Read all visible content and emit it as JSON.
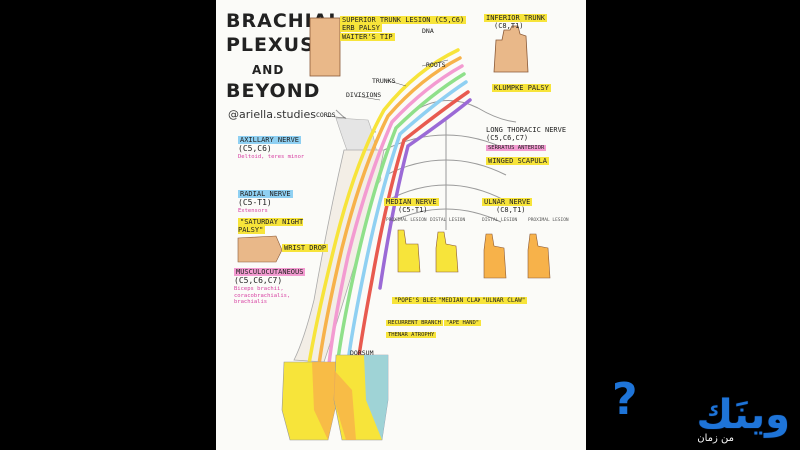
{
  "poster": {
    "title_line1": "BRACHIAL",
    "title_line2": "PLEXUS",
    "title_line3": "AND",
    "title_line4": "BEYOND",
    "handle": "@ariella.studies",
    "structure_labels": {
      "roots": "ROOTS",
      "trunks": "TRUNKS",
      "divisions": "DIVISIONS",
      "cords": "CORDS",
      "dna": "DNA"
    },
    "superior_trunk": {
      "heading": "SUPERIOR TRUNK LESION (C5,C6)",
      "palsy": "ERB PALSY",
      "sign": "WAITER'S TIP"
    },
    "inferior_trunk": {
      "heading": "INFERIOR TRUNK",
      "roots": "(C8,T1)",
      "palsy": "KLUMPKE PALSY"
    },
    "long_thoracic": {
      "heading": "LONG THORACIC NERVE",
      "roots": "(C5,C6,C7)",
      "muscle": "SERRATUS ANTERIOR",
      "sign": "WINGED SCAPULA"
    },
    "axillary": {
      "heading": "AXILLARY NERVE",
      "roots": "(C5,C6)",
      "muscle": "Deltoid, teres minor"
    },
    "radial": {
      "heading": "RADIAL NERVE",
      "roots": "(C5-T1)",
      "muscle": "Extensors",
      "palsy": "\"SATURDAY NIGHT PALSY\"",
      "sign": "WRIST DROP"
    },
    "musculocutaneous": {
      "heading": "MUSCULOCUTANEOUS",
      "roots": "(C5,C6,C7)",
      "muscle": "Biceps brachii, coracobrachialis, brachialis"
    },
    "median": {
      "heading": "MEDIAN NERVE",
      "roots": "(C5-T1)",
      "proximal": "PROXIMAL LESION",
      "distal": "DISTAL LESION",
      "sign1": "\"POPE'S BLESSING\"",
      "sign2": "\"MEDIAN CLAW\"",
      "branch": "RECURRENT BRANCH",
      "branch_sign": "\"APE HAND\"",
      "thenar": "THENAR ATROPHY"
    },
    "ulnar": {
      "heading": "ULNAR NERVE",
      "roots": "(C8,T1)",
      "distal": "DISTAL LESION",
      "proximal": "PROXIMAL LESION",
      "sign": "\"ULNAR CLAW\""
    },
    "hand_labels": {
      "dorsum": "DORSUM"
    }
  },
  "watermark": {
    "brand": "وينَك",
    "subtitle": "من زمان",
    "mark": "?"
  },
  "colors": {
    "background": "#000000",
    "sheet": "#fbfbf8",
    "yellow": "#f7e43a",
    "blue": "#8fd0f2",
    "green": "#8fe08a",
    "pink": "#f39bd1",
    "orange": "#f7b24a",
    "brand_blue": "#1e74d8"
  },
  "icons": [
    "arm-illustration-icon",
    "ribcage-icon",
    "hand-sign-icon",
    "question-mark-icon"
  ]
}
